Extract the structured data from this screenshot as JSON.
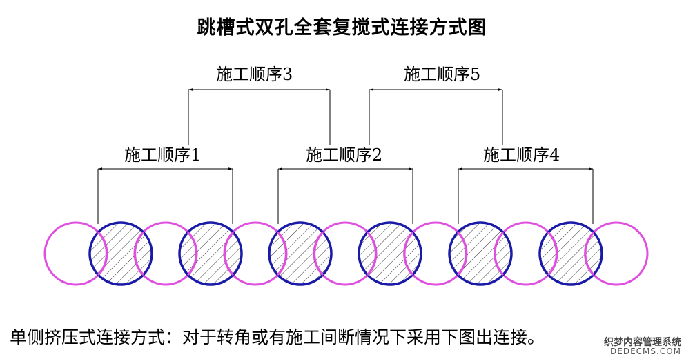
{
  "title": "跳槽式双孔全套复搅式连接方式图",
  "sequence_labels": {
    "seq1": "施工顺序1",
    "seq2": "施工顺序2",
    "seq3": "施工顺序3",
    "seq4": "施工顺序4",
    "seq5": "施工顺序5"
  },
  "caption": "单侧挤压式连接方式：对于转角或有施工间断情况下采用下图出连接。",
  "watermark": {
    "cn": "织梦内容管理系统",
    "en": "DEDECMS.COM"
  },
  "colors": {
    "secondary_pile": "#e050e0",
    "primary_pile": "#1a1aa8",
    "hatch": "#333333",
    "line": "#000000"
  }
}
